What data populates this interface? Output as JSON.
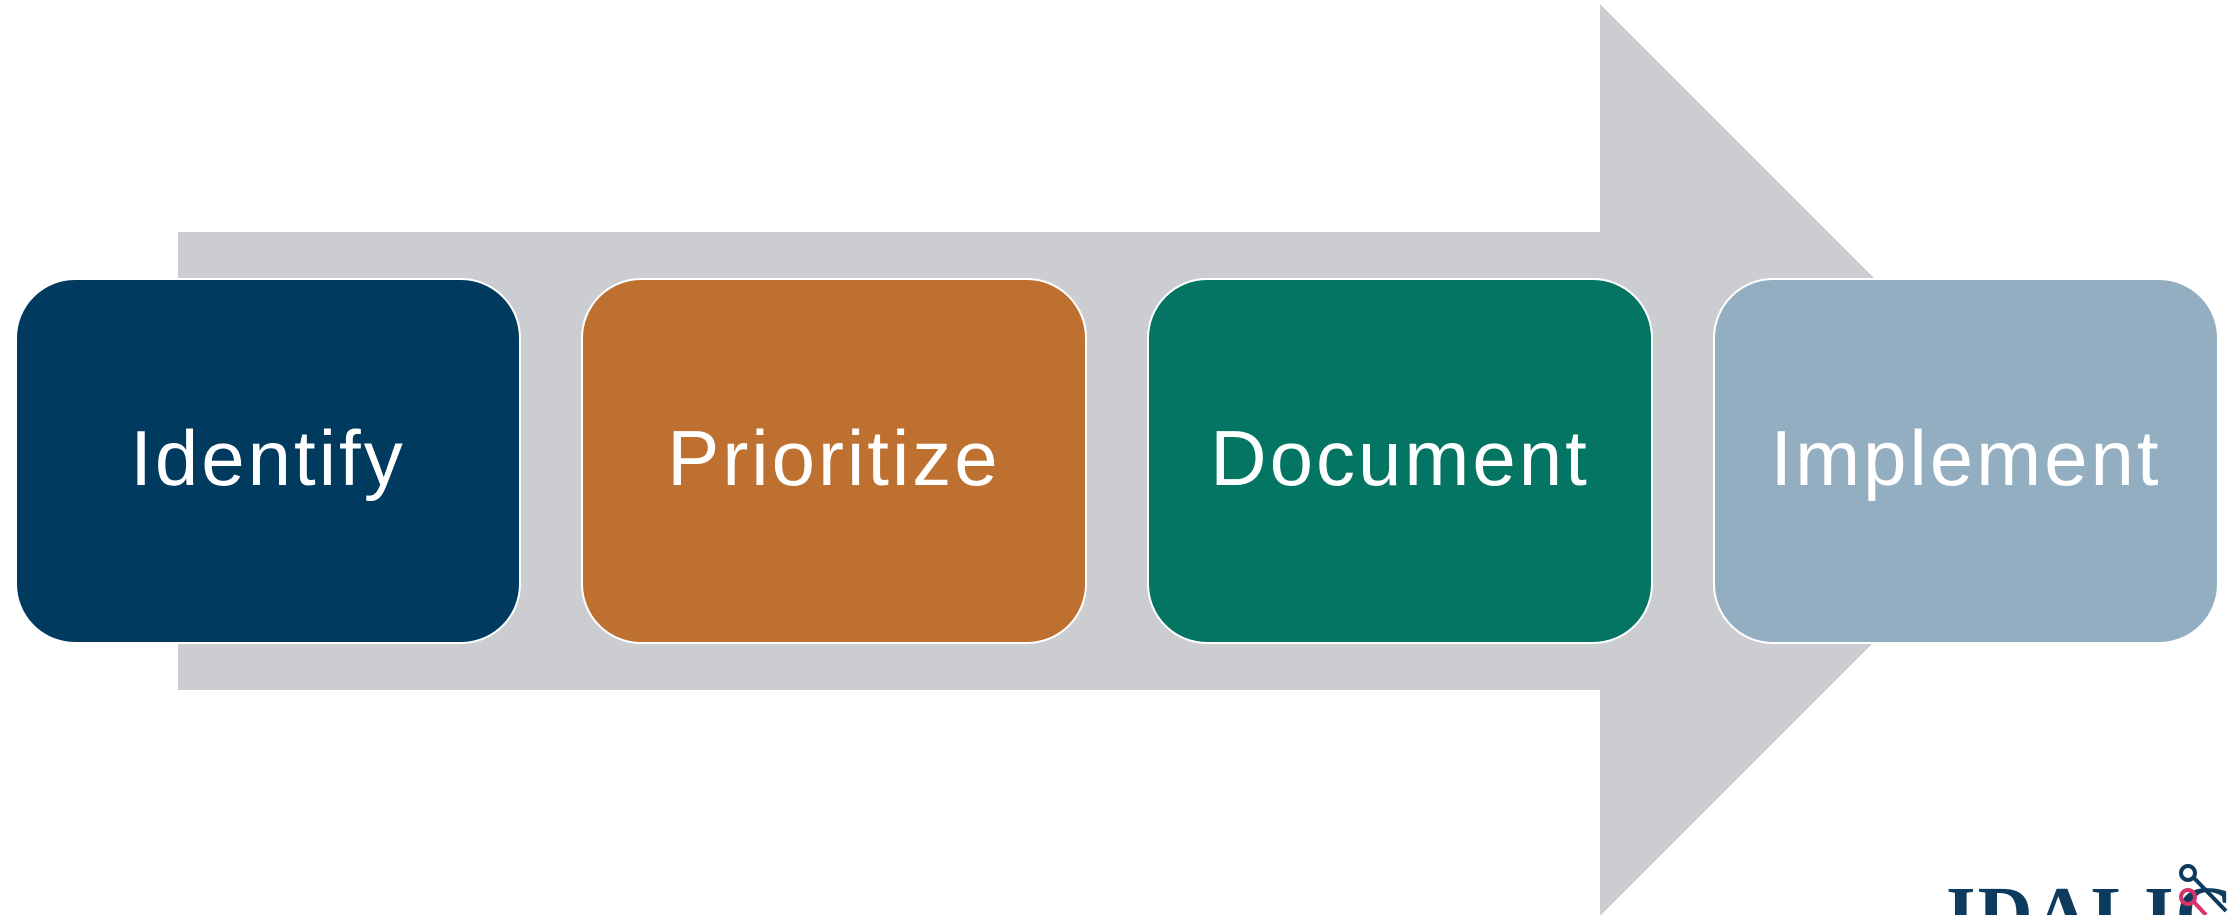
{
  "diagram": {
    "type": "process-arrow",
    "arrow_color": "#cbcdd1",
    "steps": [
      {
        "label": "Identify",
        "color": "#003a5e"
      },
      {
        "label": "Prioritize",
        "color": "#be7031"
      },
      {
        "label": "Document",
        "color": "#047563"
      },
      {
        "label": "Implement",
        "color": "#93aec1"
      }
    ]
  },
  "logo": {
    "text": "IDALIG",
    "text_color": "#0d3b5e",
    "accent_color": "#d6336c"
  }
}
